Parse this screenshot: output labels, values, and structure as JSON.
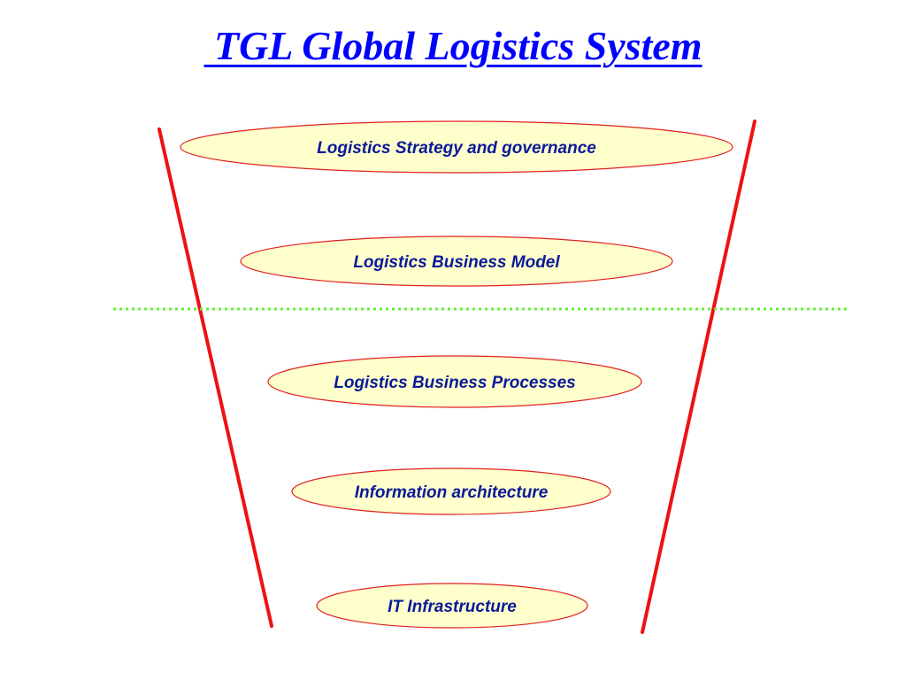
{
  "title": " TGL Global Logistics System",
  "colors": {
    "title": "#0000ff",
    "ellipse_fill": "#ffffcc",
    "ellipse_stroke": "#e02020",
    "label_text": "#0a1a99",
    "funnel_lines": "#ee1111",
    "separator": "#66ee33"
  },
  "layers": [
    {
      "label": "Logistics Strategy and governance"
    },
    {
      "label": "Logistics Business Model"
    },
    {
      "label": "Logistics Business Processes"
    },
    {
      "label": "Information architecture"
    },
    {
      "label": "IT Infrastructure"
    }
  ]
}
